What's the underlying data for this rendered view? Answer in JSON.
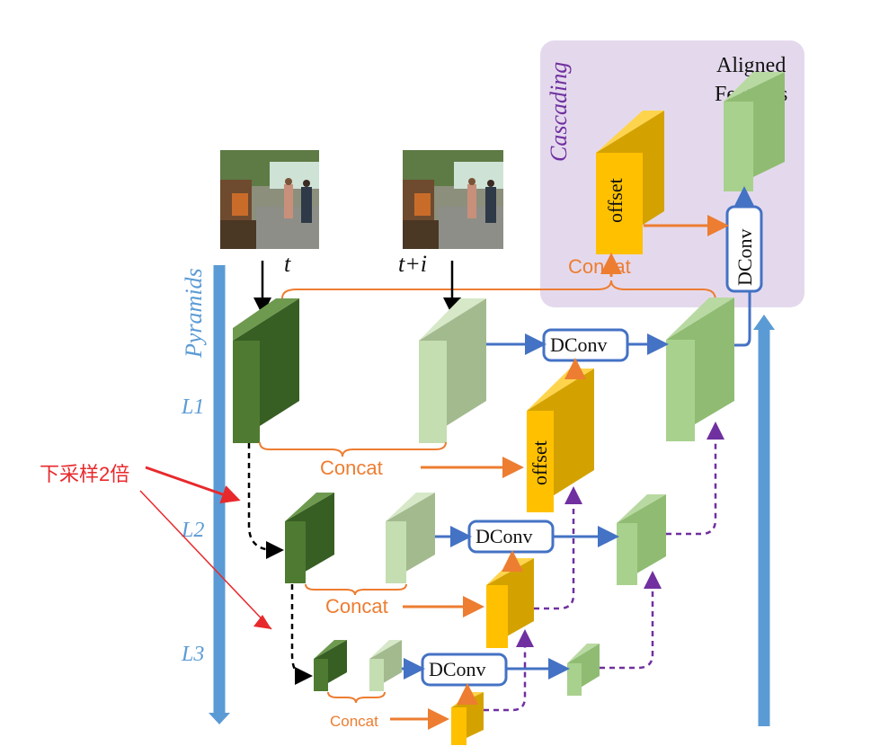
{
  "cascading": {
    "label": "Cascading",
    "aligned_line1": "Aligned",
    "aligned_line2": "Features",
    "offset_label": "offset",
    "concat_label": "Concat",
    "dconv_label": "DConv"
  },
  "frames": {
    "t_label": "t",
    "ti_label": "t+i"
  },
  "pyramids_label": "Pyramids",
  "levels": {
    "l1": "L1",
    "l2": "L2",
    "l3": "L3"
  },
  "level1": {
    "concat": "Concat",
    "offset": "offset",
    "dconv": "DConv"
  },
  "level2": {
    "concat": "Concat",
    "dconv": "DConv"
  },
  "level3": {
    "concat": "Concat",
    "dconv": "DConv"
  },
  "annotation": {
    "downsample": "下采样2倍"
  },
  "colors": {
    "dark_green": "#4E7B31",
    "light_green": "#C4DDB1",
    "mid_green": "#A4CC87",
    "yellow": "#FFC000",
    "orange": "#ED7D31",
    "blue": "#5B9BD5",
    "purple": "#7030A0",
    "red": "#E8292C",
    "cascade_bg": "#E4D9EC"
  }
}
